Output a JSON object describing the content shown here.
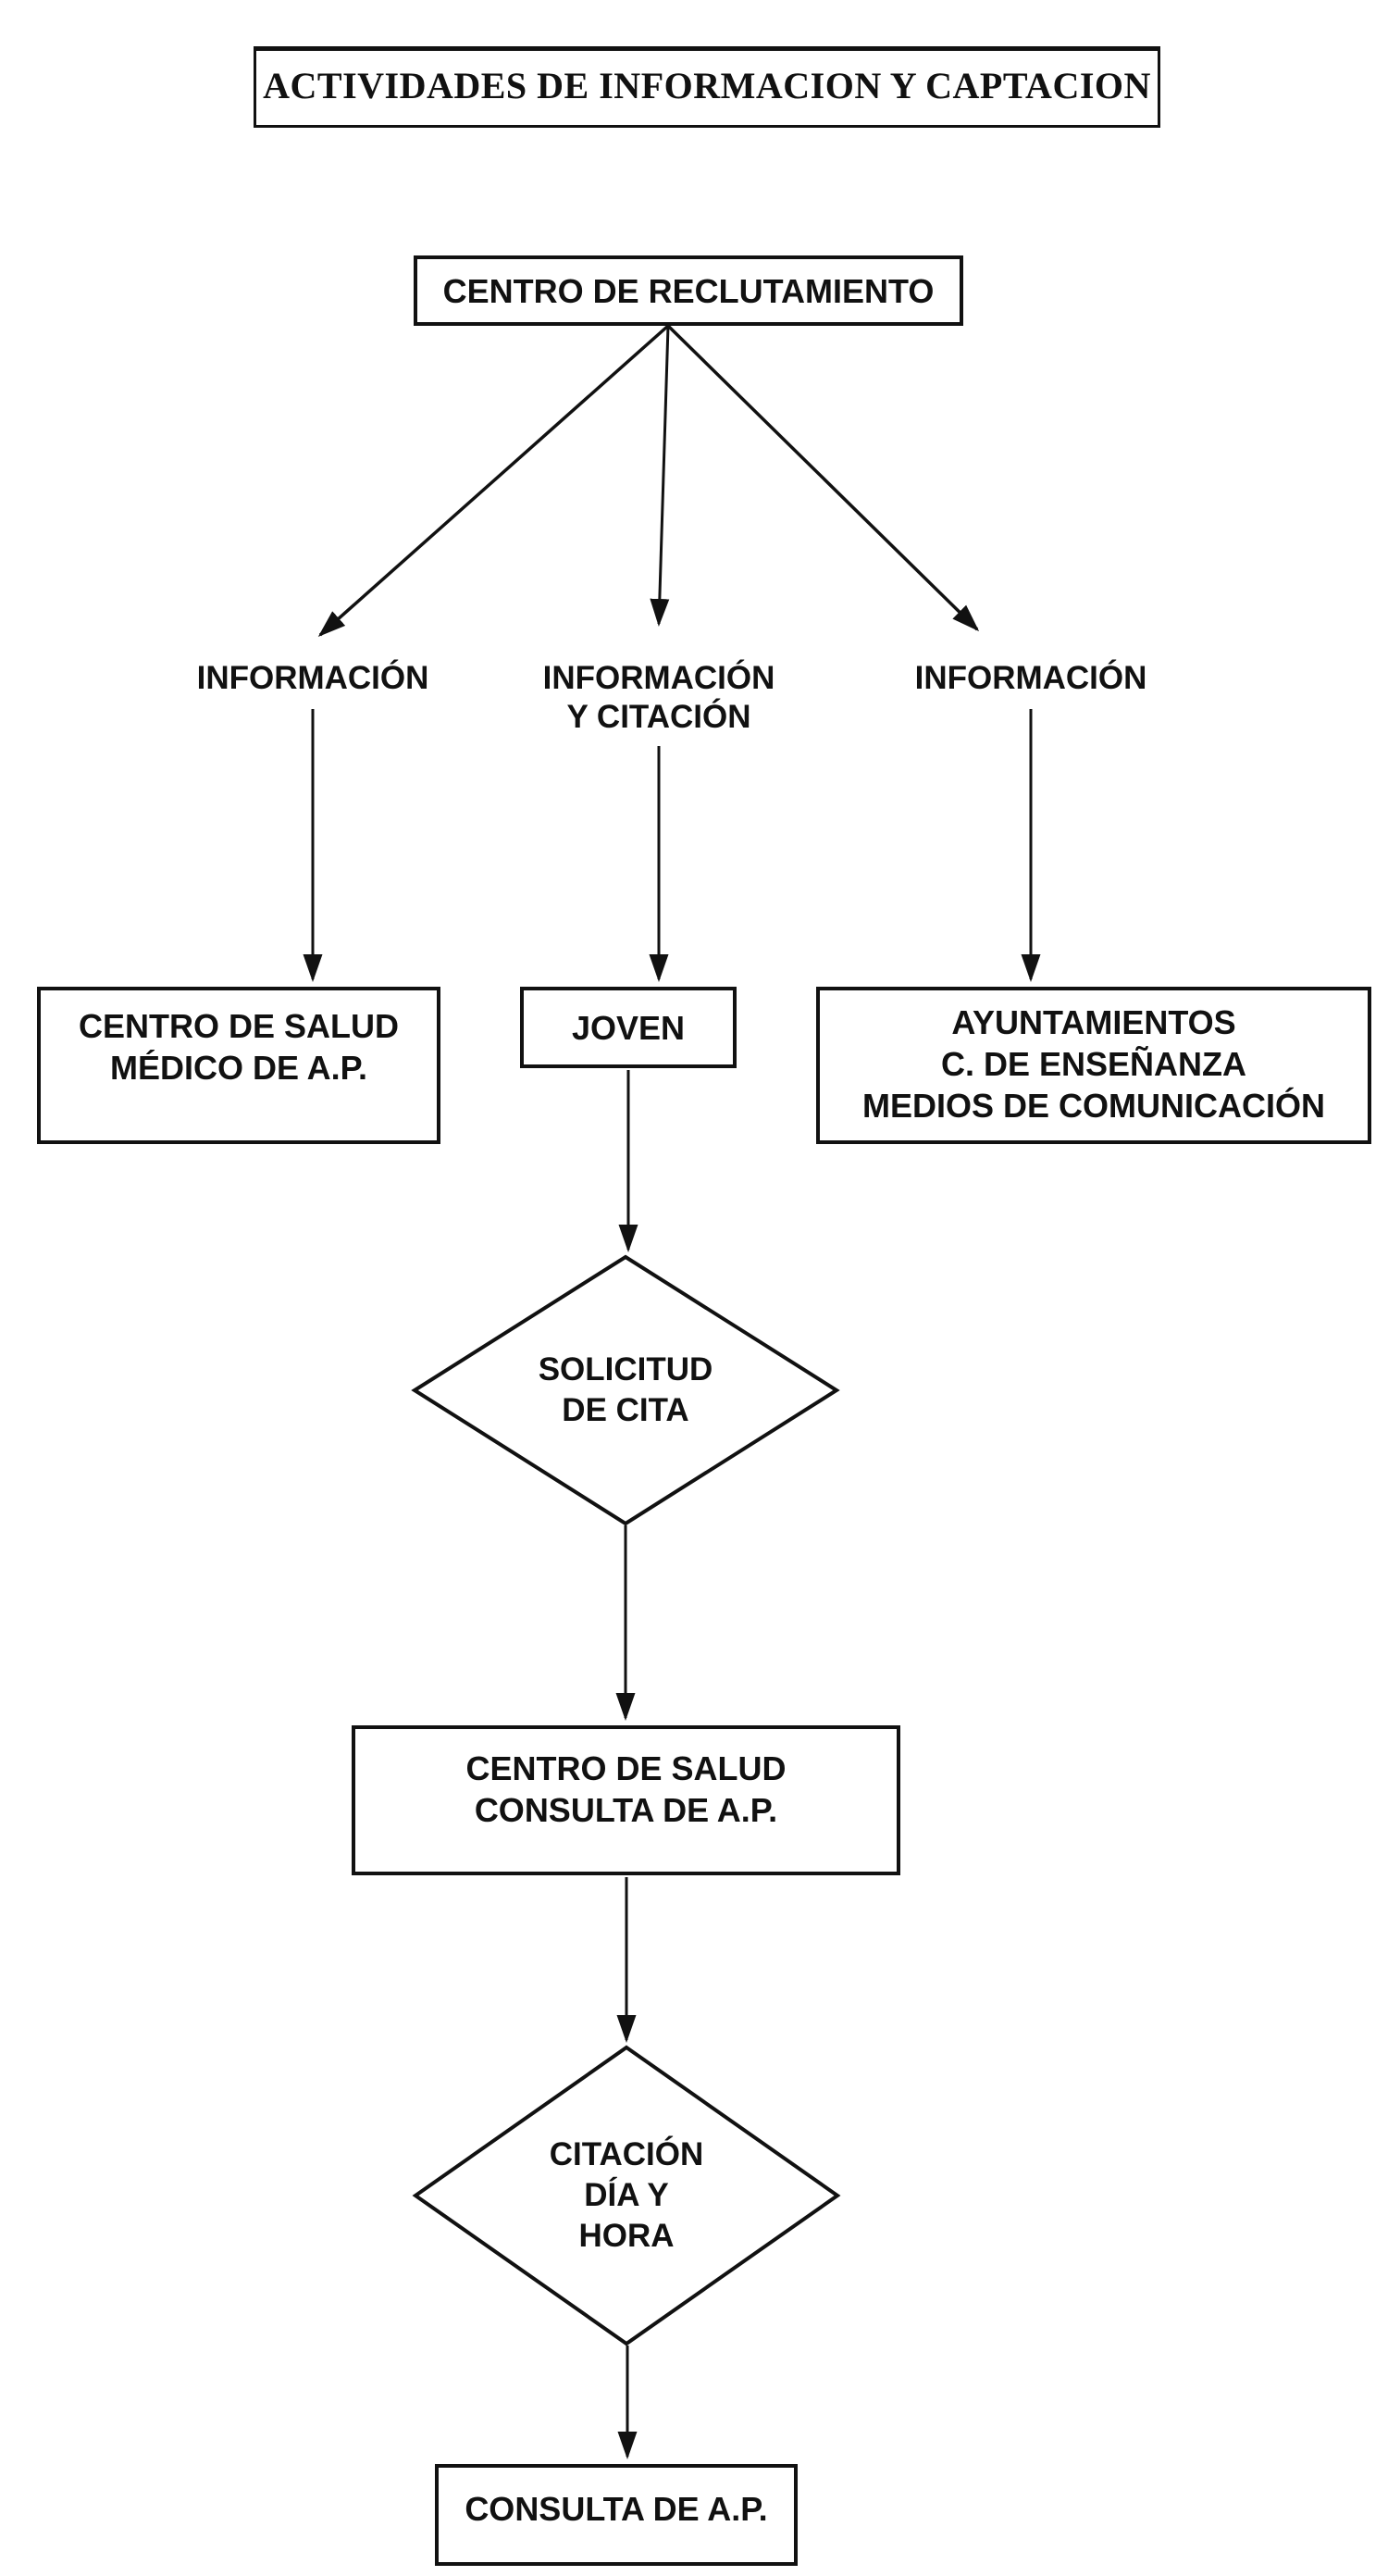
{
  "header": {
    "title": "ACTIVIDADES DE INFORMACION Y CAPTACION"
  },
  "flow": {
    "recruitment_center": "CENTRO DE RECLUTAMIENTO",
    "branch_left_label": "INFORMACIÓN",
    "branch_center_label": [
      "INFORMACIÓN",
      "Y CITACIÓN"
    ],
    "branch_right_label": "INFORMACIÓN",
    "health_center_medico": [
      "CENTRO DE SALUD",
      "MÉDICO DE A.P."
    ],
    "joven": "JOVEN",
    "ayuntamientos": [
      "AYUNTAMIENTOS",
      "C. DE ENSEÑANZA",
      "MEDIOS DE COMUNICACIÓN"
    ],
    "solicitud_cita": [
      "SOLICITUD",
      "DE CITA"
    ],
    "health_center_consulta": [
      "CENTRO DE SALUD",
      "CONSULTA DE A.P."
    ],
    "citacion_dia_hora": [
      "CITACIÓN",
      "DÍA Y",
      "HORA"
    ],
    "consulta_ap": "CONSULTA DE A.P."
  },
  "colors": {
    "ink": "#111111",
    "paper": "#ffffff"
  }
}
